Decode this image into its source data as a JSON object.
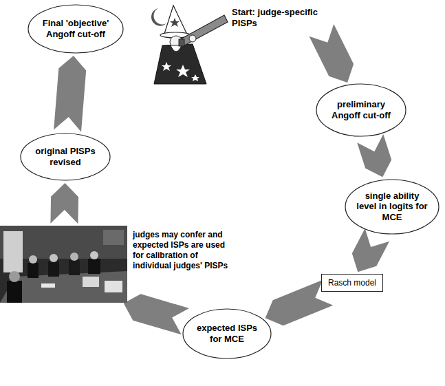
{
  "diagram": {
    "nodes": [
      {
        "text": [
          "Start: judge-specific PISPs"
        ]
      },
      {
        "text": [
          "preliminary Angoff cut-off"
        ]
      },
      {
        "text": [
          "single ability level in logits for MCE"
        ]
      },
      {
        "text": [
          "Rasch model"
        ]
      },
      {
        "text": [
          "expected ISPs for MCE"
        ]
      },
      {
        "text": [
          "judges may confer and expected ISPs are used for calibration of individual judges' PISPs"
        ]
      },
      {
        "text": [
          "original PISPs revised"
        ]
      },
      {
        "text": [
          "Final 'objective' Angoff cut-off"
        ]
      }
    ],
    "edges": [
      {
        "from": 0,
        "to": 1,
        "arrow": "to"
      },
      {
        "from": 1,
        "to": 2,
        "arrow": "to"
      },
      {
        "from": 2,
        "to": 3,
        "arrow": "to"
      },
      {
        "from": 3,
        "to": 4,
        "arrow": "to"
      },
      {
        "from": 4,
        "to": 5,
        "arrow": "to"
      },
      {
        "from": 5,
        "to": 6,
        "arrow": "to"
      },
      {
        "from": 6,
        "to": 7,
        "arrow": "to"
      }
    ]
  }
}
